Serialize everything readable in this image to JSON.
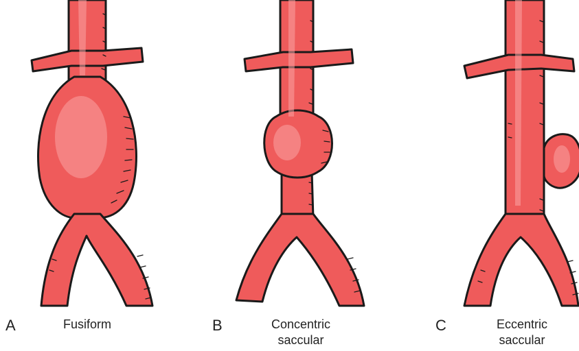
{
  "figures": [
    {
      "letter": "A",
      "caption_line1": "Fusiform",
      "caption_line2": ""
    },
    {
      "letter": "B",
      "caption_line1": "Concentric",
      "caption_line2": "saccular"
    },
    {
      "letter": "C",
      "caption_line1": "Eccentric",
      "caption_line2": "saccular"
    }
  ],
  "colors": {
    "vessel": "#ef5b5b",
    "outline": "#1a1a1a",
    "highlight": "#f9a3a3"
  }
}
